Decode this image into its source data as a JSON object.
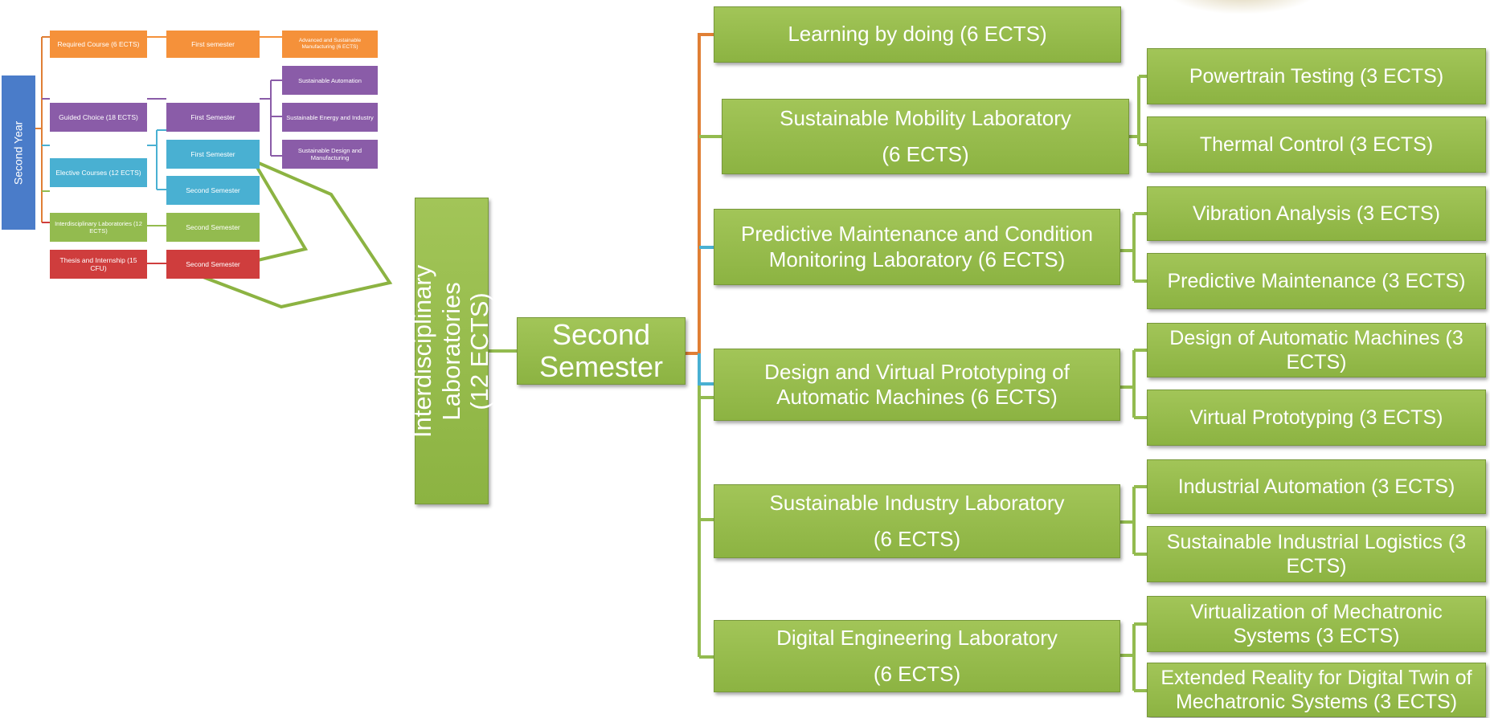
{
  "mini_diagram": {
    "year": "Second Year",
    "rows": [
      {
        "category": "Required Course (6 ECTS)",
        "semester": "First semester",
        "detail": "Advanced and Sustainable Manufacturing (6 ECTS)"
      },
      {
        "category": "Guided Choice (18 ECTS)",
        "semester": "First Semester",
        "options": [
          "Sustainable Automation",
          "Sustainable Energy and Industry",
          "Sustainable Design and Manufacturing"
        ]
      },
      {
        "category": "Elective Courses (12 ECTS)",
        "semesters": [
          "First Semester",
          "Second Semester"
        ]
      },
      {
        "category": "Interdisciplinary Laboratories (12 ECTS)",
        "semester": "Second Semester"
      },
      {
        "category": "Thesis and Internship (15 CFU)",
        "semester": "Second Semester"
      }
    ]
  },
  "main": {
    "root": "Interdisciplinary Laboratories (12 ECTS)",
    "semester": "Second Semester",
    "labs": [
      {
        "name": "Learning by doing (6 ECTS)",
        "children": []
      },
      {
        "name": "Sustainable Mobility Laboratory",
        "ects": "(6 ECTS)",
        "children": [
          "Powertrain Testing (3 ECTS)",
          "Thermal Control (3 ECTS)"
        ]
      },
      {
        "name": "Predictive Maintenance and Condition Monitoring Laboratory (6 ECTS)",
        "children": [
          "Vibration Analysis (3 ECTS)",
          "Predictive Maintenance (3 ECTS)"
        ]
      },
      {
        "name": "Design and Virtual Prototyping of Automatic Machines (6 ECTS)",
        "children": [
          "Design of Automatic Machines (3 ECTS)",
          "Virtual Prototyping (3 ECTS)"
        ]
      },
      {
        "name": "Sustainable Industry Laboratory",
        "ects": "(6 ECTS)",
        "children": [
          "Industrial Automation (3 ECTS)",
          "Sustainable Industrial Logistics (3 ECTS)"
        ]
      },
      {
        "name": "Digital Engineering Laboratory",
        "ects": "(6 ECTS)",
        "children": [
          "Virtualization of Mechatronic Systems (3 ECTS)",
          "Extended Reality for Digital Twin of Mechatronic Systems (3 ECTS)"
        ]
      }
    ]
  },
  "colors": {
    "green": "#93bb4f",
    "orange": "#f5913a",
    "purple": "#8a5ca8",
    "cyan": "#49b0d2",
    "red": "#cf3d3d",
    "blue": "#4a7cc9"
  }
}
